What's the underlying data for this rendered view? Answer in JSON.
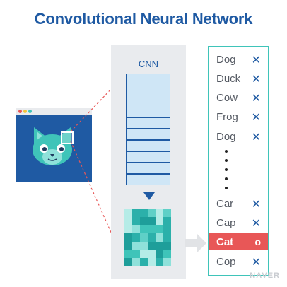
{
  "title": "Convolutional Neural Network",
  "cnn_label": "CNN",
  "watermark": "NAVER",
  "colors": {
    "primary": "#1f5aa3",
    "teal": "#3fc4b9",
    "highlight": "#e85757",
    "panel": "#e9ebee",
    "cnn_fill": "#cfe6f6"
  },
  "icons": [
    "cat-face-icon",
    "down-arrow-icon",
    "right-arrow-icon",
    "window-dots-icon"
  ],
  "labels": [
    {
      "label": "Dog",
      "mark": "✕"
    },
    {
      "label": "Duck",
      "mark": "✕"
    },
    {
      "label": "Cow",
      "mark": "✕"
    },
    {
      "label": "Frog",
      "mark": "✕"
    },
    {
      "label": "Dog",
      "mark": "✕"
    },
    {
      "label": "Car",
      "mark": "✕"
    },
    {
      "label": "Cap",
      "mark": "✕"
    },
    {
      "label": "Cat",
      "mark": "o",
      "selected": true
    },
    {
      "label": "Cop",
      "mark": "✕"
    }
  ]
}
